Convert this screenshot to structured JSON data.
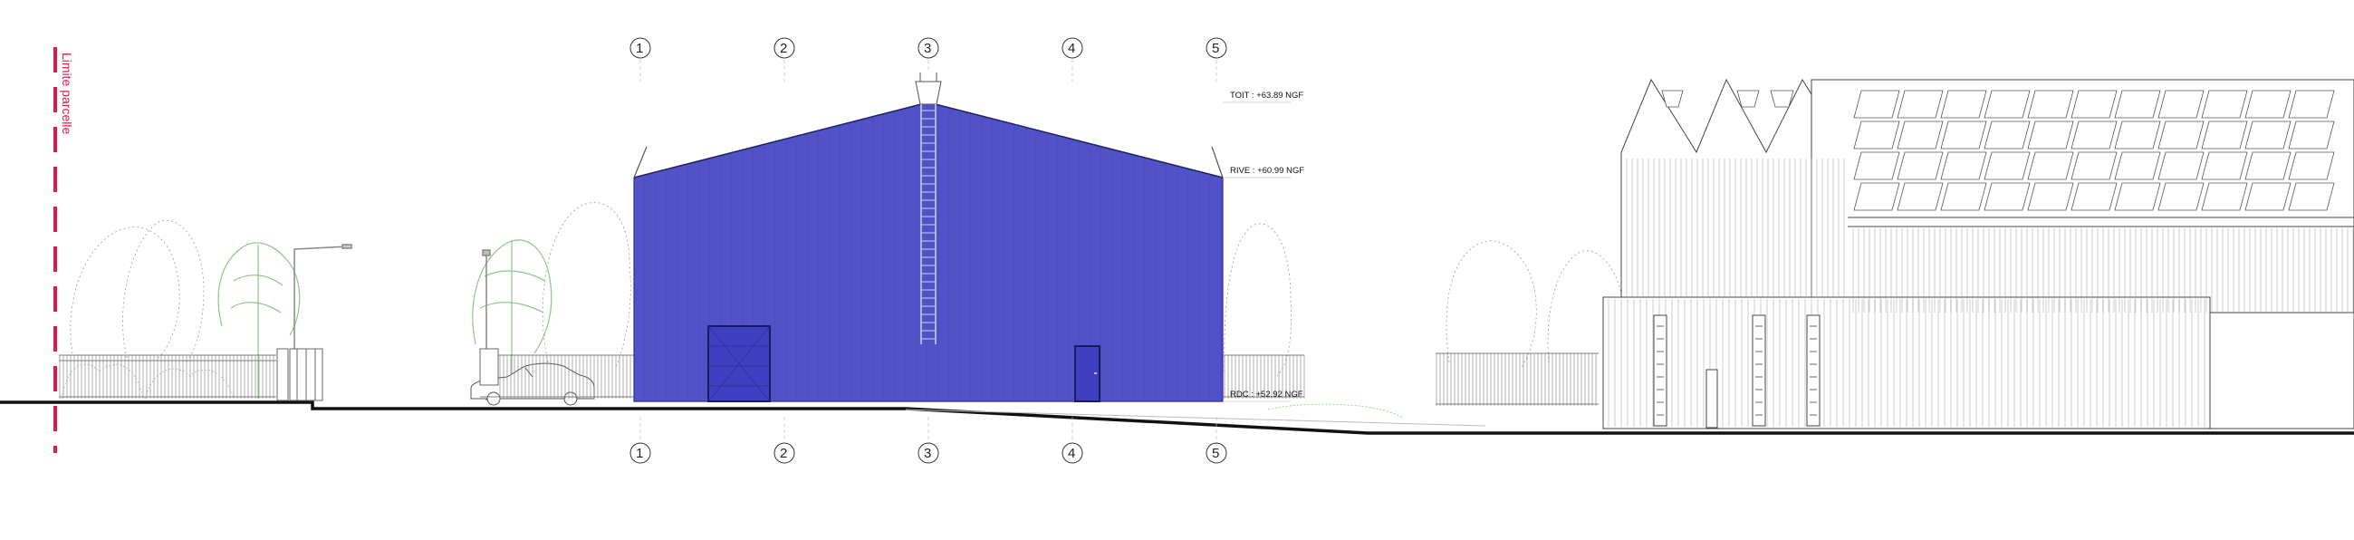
{
  "levels": {
    "toit": "TOIT : +63.89 NGF",
    "rive": "RIVE : +60.99 NGF",
    "rdc": "RDC : +52.92 NGF"
  },
  "property_limit": {
    "label": "Limite parcelle",
    "color": "#e0174a"
  },
  "grid_axes": {
    "top": [
      "1",
      "2",
      "3",
      "4",
      "5"
    ],
    "bottom": [
      "1",
      "2",
      "3",
      "4",
      "5"
    ]
  },
  "colors": {
    "building_fill": "#5252c8",
    "building_door": "#3f3fc2",
    "vegetation_green": "#8fc48a",
    "line": "#111111"
  }
}
